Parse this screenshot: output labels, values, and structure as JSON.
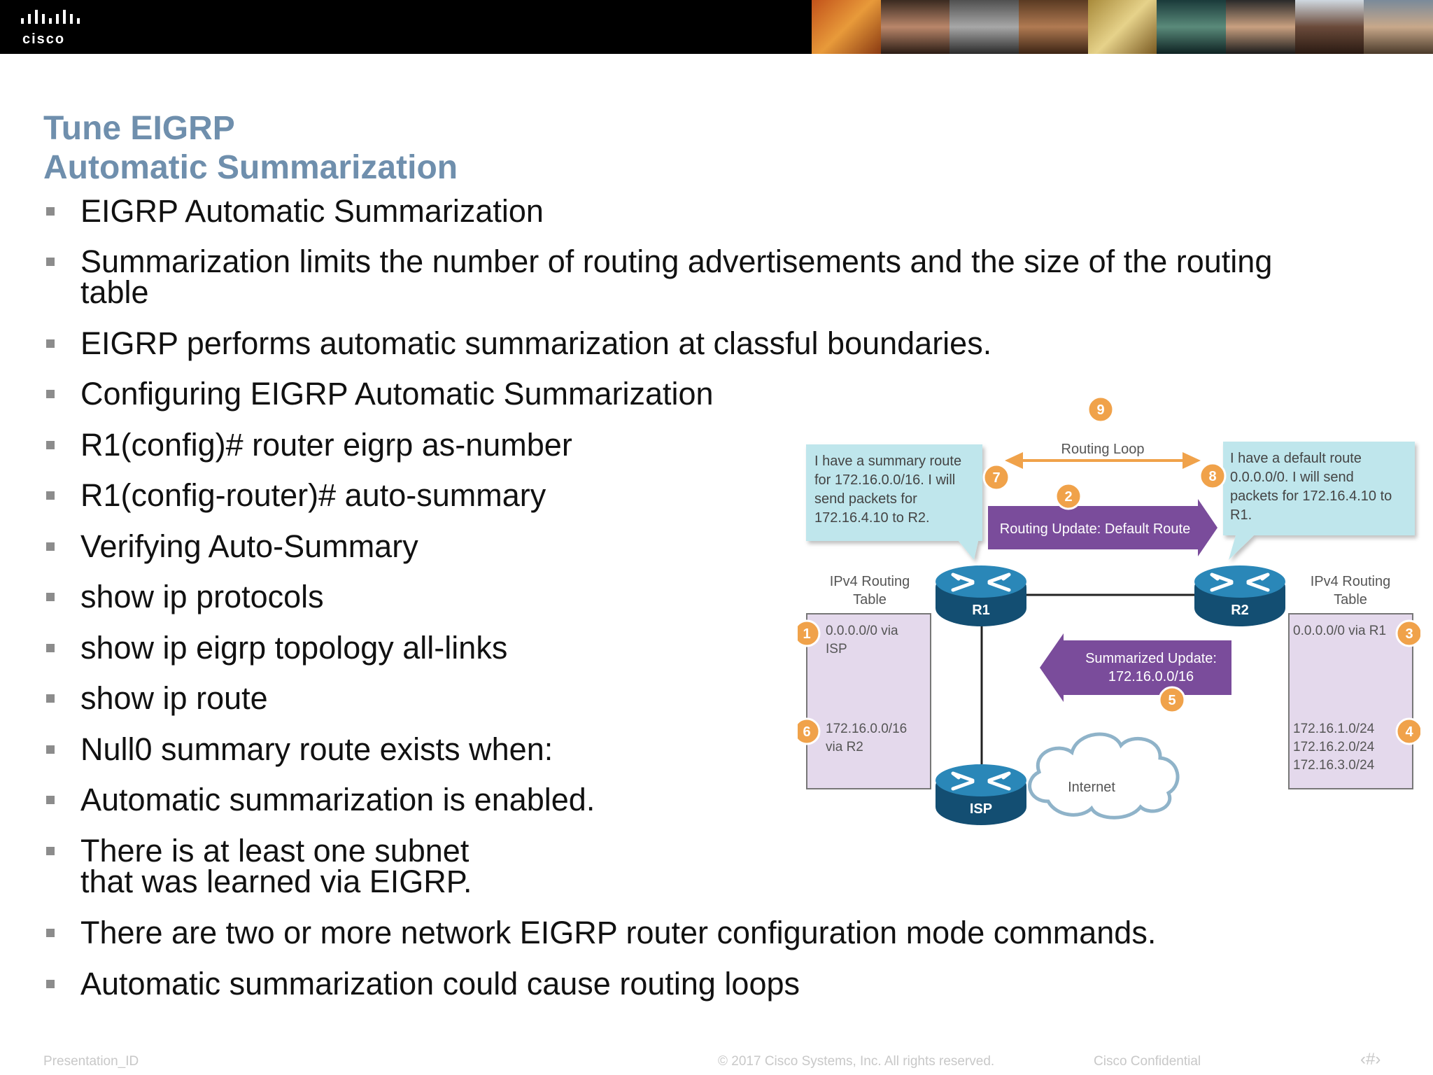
{
  "title": {
    "line1": "Tune EIGRP",
    "line2": "Automatic Summarization"
  },
  "bullets": [
    "EIGRP Automatic Summarization",
    "Summarization limits the number of routing advertisements and the size of the routing",
    "table",
    "EIGRP performs automatic summarization at classful boundaries.",
    "Configuring EIGRP Automatic Summarization",
    "R1(config)# router eigrp as-number",
    "R1(config-router)# auto-summary",
    "Verifying Auto-Summary",
    "show ip protocols",
    "show ip eigrp topology all-links",
    "show ip route",
    "Null0 summary route exists when:",
    "Automatic summarization is enabled.",
    "There is at least one subnet",
    "that was learned via EIGRP.",
    "There are two or more network EIGRP router configuration mode commands.",
    "Automatic summarization could cause routing loops"
  ],
  "diagram": {
    "routing_loop": "Routing Loop",
    "callout_left": [
      "I have a summary route",
      "for 172.16.0.0/16. I will",
      "send packets for",
      "172.16.4.10 to R2."
    ],
    "callout_right": [
      "I have a default route",
      "0.0.0.0/0. I will send",
      "packets for 172.16.4.10 to",
      "R1."
    ],
    "update_default": "Routing Update: Default Route",
    "update_summary": [
      "Summarized Update:",
      "172.16.0.0/16"
    ],
    "table_label_left": [
      "IPv4 Routing",
      "Table"
    ],
    "table_label_right": [
      "IPv4 Routing",
      "Table"
    ],
    "table_left_top": [
      "0.0.0.0/0 via",
      "ISP"
    ],
    "table_left_bottom": [
      "172.16.0.0/16",
      "via R2"
    ],
    "table_right_top": [
      "0.0.0.0/0 via R1"
    ],
    "table_right_bottom": [
      "172.16.1.0/24",
      "172.16.2.0/24",
      "172.16.3.0/24"
    ],
    "router_r1": "R1",
    "router_r2": "R2",
    "router_isp": "ISP",
    "cloud": "Internet",
    "steps": [
      "1",
      "2",
      "3",
      "4",
      "5",
      "6",
      "7",
      "8",
      "9"
    ]
  },
  "footer": {
    "presentation_id": "Presentation_ID",
    "copyright": "© 2017 Cisco Systems, Inc. All rights reserved.",
    "confidential": "Cisco Confidential",
    "page_number": "‹#›"
  },
  "brand": {
    "logo_text": "cisco",
    "title_color": "#6f8fad",
    "router_color": "#1d6a94",
    "callout_color": "#bfe6ec",
    "arrow_purple": "#7a4c9b",
    "step_orange": "#f0a24a",
    "table_fill": "#e4d9ec"
  }
}
